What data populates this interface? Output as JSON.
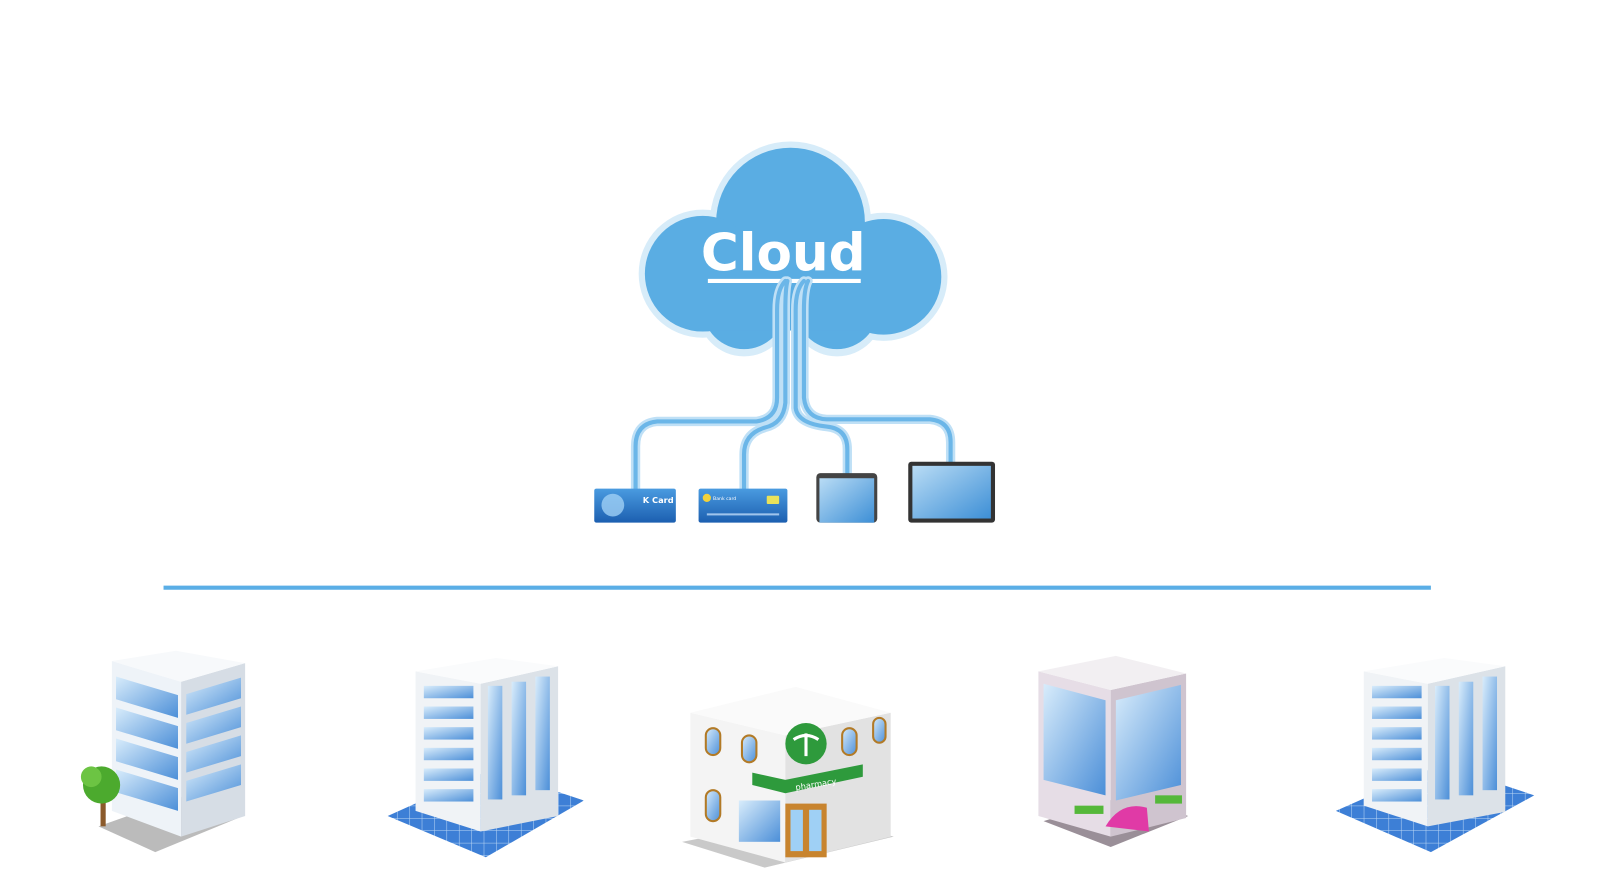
{
  "cloud": {
    "label": "Cloud"
  },
  "devices": [
    {
      "type": "card",
      "label": "K Card"
    },
    {
      "type": "card",
      "label": "Bank card"
    },
    {
      "type": "phone"
    },
    {
      "type": "tablet"
    }
  ],
  "buildings": [
    {
      "type": "office-with-tree"
    },
    {
      "type": "office-tower"
    },
    {
      "type": "pharmacy",
      "sign": "pharmacy"
    },
    {
      "type": "glass-store"
    },
    {
      "type": "office-tower"
    }
  ],
  "colors": {
    "accent": "#5aaee6",
    "cloud": "#5aade3",
    "cloud_glow": "#cfe8f7",
    "pharmacy_green": "#2e9a3c"
  }
}
